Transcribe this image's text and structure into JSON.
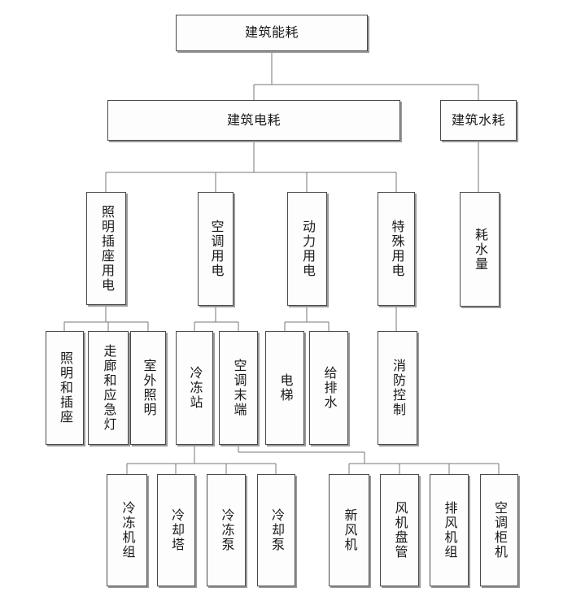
{
  "diagram": {
    "title": "建筑能耗",
    "orientation": "top-down-tree",
    "levels": [
      {
        "level": 1,
        "nodes": [
          {
            "id": "root",
            "label": "建筑能耗",
            "text_orientation": "horizontal"
          }
        ]
      },
      {
        "level": 2,
        "nodes": [
          {
            "id": "elec",
            "label": "建筑电耗",
            "text_orientation": "horizontal"
          },
          {
            "id": "water",
            "label": "建筑水耗",
            "text_orientation": "horizontal"
          }
        ]
      },
      {
        "level": 3,
        "nodes": [
          {
            "id": "light_socket",
            "label": "照明插座用电",
            "text_orientation": "vertical"
          },
          {
            "id": "hvac",
            "label": "空调用电",
            "text_orientation": "vertical"
          },
          {
            "id": "power",
            "label": "动力用电",
            "text_orientation": "vertical"
          },
          {
            "id": "special",
            "label": "特殊用电",
            "text_orientation": "vertical"
          },
          {
            "id": "water_use",
            "label": "耗水量",
            "text_orientation": "vertical"
          }
        ]
      },
      {
        "level": 4,
        "nodes": [
          {
            "id": "lighting_socket",
            "label": "照明和插座",
            "text_orientation": "vertical"
          },
          {
            "id": "corridor_emergency",
            "label": "走廊和应急灯",
            "text_orientation": "vertical"
          },
          {
            "id": "outdoor_lighting",
            "label": "室外照明",
            "text_orientation": "vertical"
          },
          {
            "id": "chiller_station",
            "label": "冷冻站",
            "text_orientation": "vertical"
          },
          {
            "id": "hvac_terminal",
            "label": "空调末端",
            "text_orientation": "vertical"
          },
          {
            "id": "elevator",
            "label": "电梯",
            "text_orientation": "vertical"
          },
          {
            "id": "water_supply_drain",
            "label": "给排水",
            "text_orientation": "vertical"
          },
          {
            "id": "fire_control",
            "label": "消防控制",
            "text_orientation": "vertical"
          }
        ]
      },
      {
        "level": 5,
        "nodes": [
          {
            "id": "chiller_unit",
            "label": "冷冻机组",
            "text_orientation": "vertical"
          },
          {
            "id": "cooling_tower",
            "label": "冷却塔",
            "text_orientation": "vertical"
          },
          {
            "id": "chilled_pump",
            "label": "冷冻泵",
            "text_orientation": "vertical"
          },
          {
            "id": "cooling_pump",
            "label": "冷却泵",
            "text_orientation": "vertical"
          },
          {
            "id": "fresh_air_fan",
            "label": "新风机",
            "text_orientation": "vertical"
          },
          {
            "id": "fan_coil",
            "label": "风机盘管",
            "text_orientation": "vertical"
          },
          {
            "id": "exhaust_fan_unit",
            "label": "排风机组",
            "text_orientation": "vertical"
          },
          {
            "id": "ac_cabinet",
            "label": "空调柜机",
            "text_orientation": "vertical"
          }
        ]
      }
    ],
    "edges": [
      {
        "from": "root",
        "to": "elec"
      },
      {
        "from": "root",
        "to": "water"
      },
      {
        "from": "elec",
        "to": "light_socket"
      },
      {
        "from": "elec",
        "to": "hvac"
      },
      {
        "from": "elec",
        "to": "power"
      },
      {
        "from": "elec",
        "to": "special"
      },
      {
        "from": "water",
        "to": "water_use"
      },
      {
        "from": "light_socket",
        "to": "lighting_socket"
      },
      {
        "from": "light_socket",
        "to": "corridor_emergency"
      },
      {
        "from": "light_socket",
        "to": "outdoor_lighting"
      },
      {
        "from": "hvac",
        "to": "chiller_station"
      },
      {
        "from": "hvac",
        "to": "hvac_terminal"
      },
      {
        "from": "power",
        "to": "elevator"
      },
      {
        "from": "power",
        "to": "water_supply_drain"
      },
      {
        "from": "special",
        "to": "fire_control"
      },
      {
        "from": "chiller_station",
        "to": "chiller_unit"
      },
      {
        "from": "chiller_station",
        "to": "cooling_tower"
      },
      {
        "from": "chiller_station",
        "to": "chilled_pump"
      },
      {
        "from": "chiller_station",
        "to": "cooling_pump"
      },
      {
        "from": "hvac_terminal",
        "to": "fresh_air_fan"
      },
      {
        "from": "hvac_terminal",
        "to": "fan_coil"
      },
      {
        "from": "hvac_terminal",
        "to": "exhaust_fan_unit"
      },
      {
        "from": "hvac_terminal",
        "to": "ac_cabinet"
      }
    ],
    "colors": {
      "box_border": "#4a4a4a",
      "box_fill": "#fdfdfd",
      "box_shadow": "#9a9a9a",
      "connector": "#777777",
      "text": "#1a1a1a"
    }
  }
}
